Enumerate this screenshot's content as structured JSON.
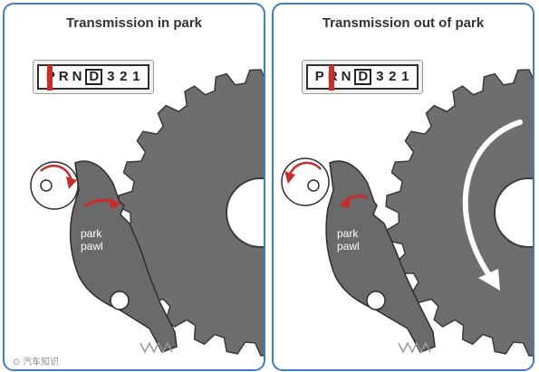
{
  "panels": [
    {
      "title": "Transmission in park",
      "selector": {
        "letters": [
          "P",
          "R",
          "N",
          "D",
          "3",
          "2",
          "1"
        ],
        "lever_at": "P",
        "boxed": "D"
      },
      "pawl_label": [
        "park",
        "pawl"
      ],
      "state": "engaged"
    },
    {
      "title": "Transmission out of park",
      "selector": {
        "letters": [
          "P",
          "R",
          "N",
          "D",
          "3",
          "2",
          "1"
        ],
        "lever_at": "R",
        "boxed": "D"
      },
      "pawl_label": [
        "park",
        "pawl"
      ],
      "state": "disengaged"
    }
  ],
  "watermark": "⊙ 汽车知识",
  "colors": {
    "frame": "#3f7fc6",
    "gear": "#6e6e6e",
    "pawl": "#6a6a6a",
    "arrow_red": "#cc2b2b",
    "rotation_arrow": "#ffffff"
  }
}
